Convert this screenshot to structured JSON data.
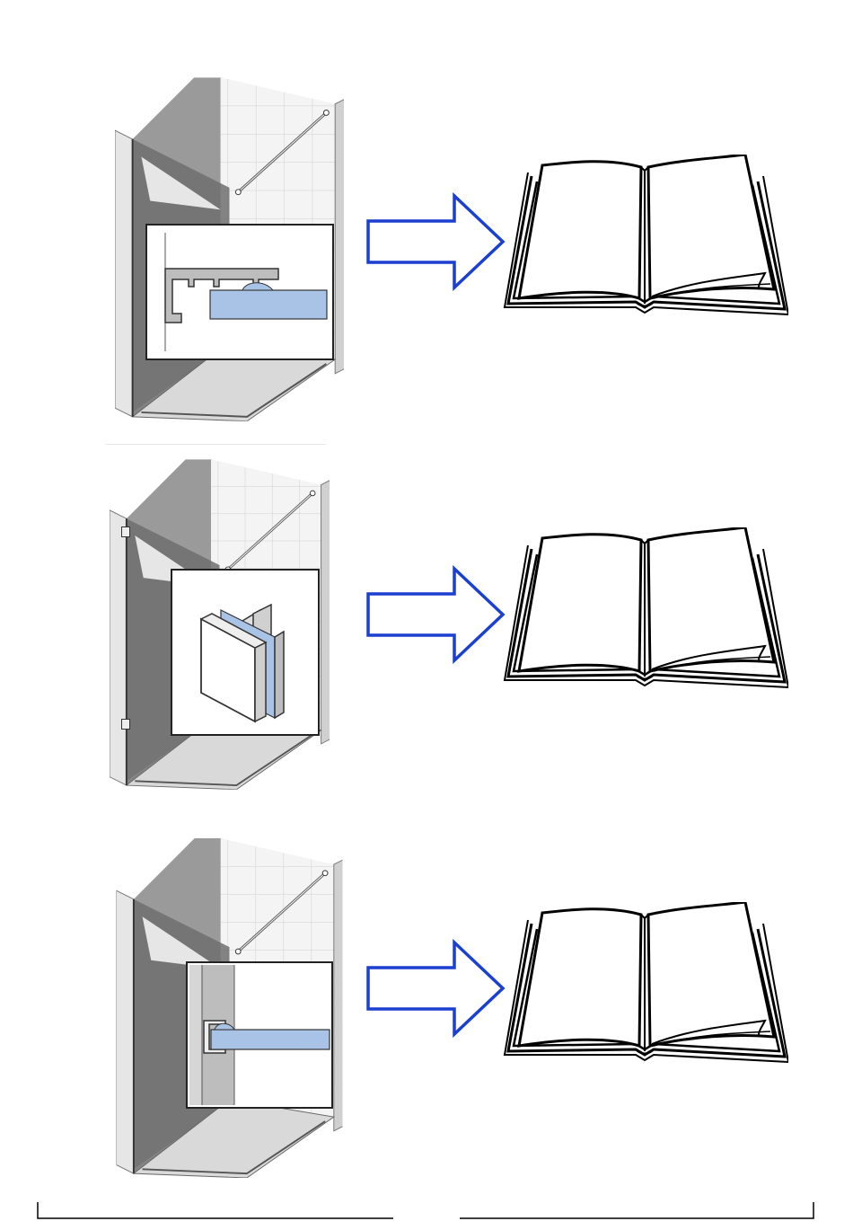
{
  "page": {
    "background": "#ffffff"
  },
  "colors": {
    "arrow_stroke": "#1a3fd1",
    "glass_blue": "#a9c3e6",
    "wall_gray": "#8a8a8a",
    "wall_light": "#d9d9d9",
    "tile_line": "#c8c8c8"
  },
  "rows": [
    {
      "id": "row-1",
      "detail": "wall-profile-channel",
      "arrow_icon": "right-arrow-icon",
      "book_icon": "open-book-icon"
    },
    {
      "id": "row-2",
      "detail": "glass-clamp-bracket",
      "arrow_icon": "right-arrow-icon",
      "book_icon": "open-book-icon"
    },
    {
      "id": "row-3",
      "detail": "wall-u-channel",
      "arrow_icon": "right-arrow-icon",
      "book_icon": "open-book-icon"
    }
  ]
}
